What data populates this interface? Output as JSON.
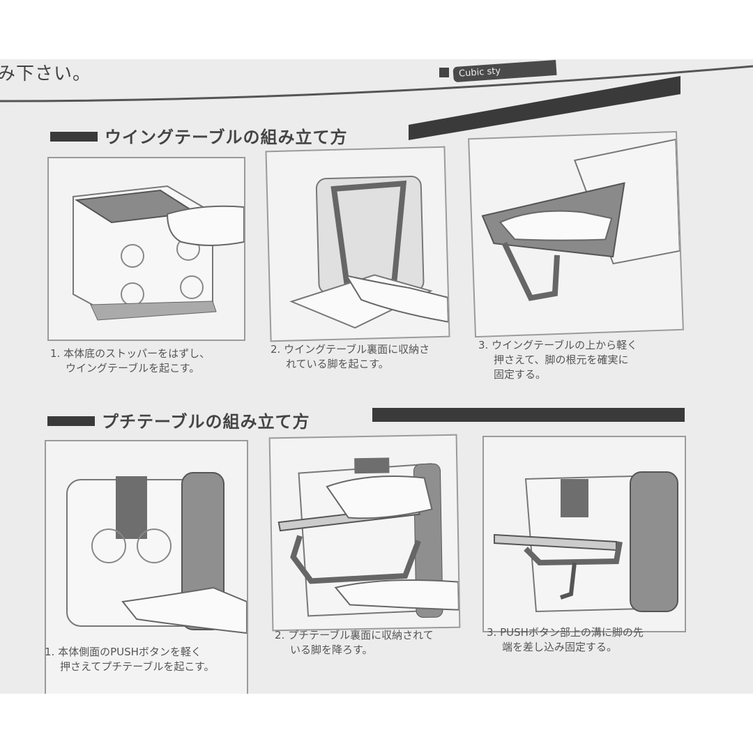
{
  "header": {
    "top_text": "み下さい。",
    "tab_label": "Cubic sty"
  },
  "wing": {
    "title": "ウイングテーブルの組み立て方",
    "steps": [
      {
        "lines": [
          "1. 本体底のストッパーをはずし、",
          "ウイングテーブルを起こす。"
        ]
      },
      {
        "lines": [
          "2. ウイングテーブル裏面に収納さ",
          "れている脚を起こす。"
        ]
      },
      {
        "lines": [
          "3. ウイングテーブルの上から軽く",
          "押さえて、脚の根元を確実に",
          "固定する。"
        ]
      }
    ]
  },
  "petit": {
    "title": "プチテーブルの組み立て方",
    "steps": [
      {
        "lines": [
          "1. 本体側面のPUSHボタンを軽く",
          "押さえてプチテーブルを起こす。"
        ]
      },
      {
        "lines": [
          "2. プチテーブル裏面に収納されて",
          "いる脚を降ろす。"
        ]
      },
      {
        "lines": [
          "3. PUSHボタン部上の溝に脚の先",
          "端を差し込み固定する。"
        ]
      }
    ]
  },
  "colors": {
    "paper": "#ececec",
    "bar": "#3a3a3a",
    "frame": "#9a9a9a"
  }
}
